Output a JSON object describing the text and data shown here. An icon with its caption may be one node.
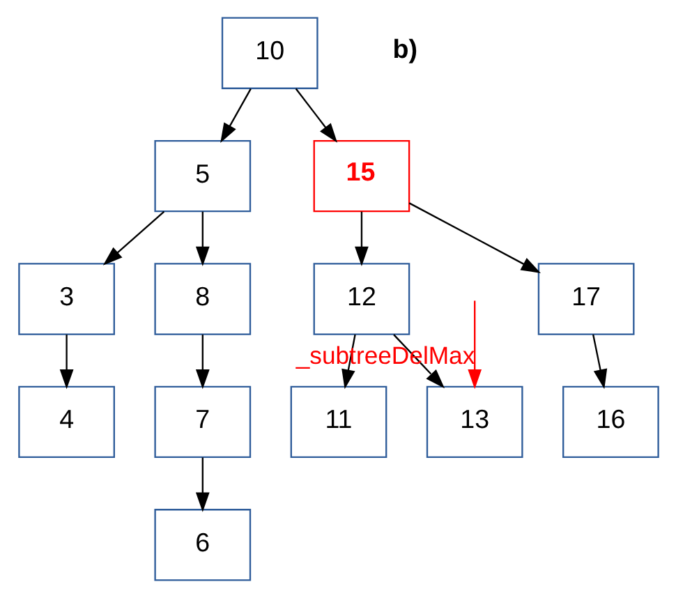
{
  "diagram": {
    "nodes": [
      {
        "text": [
          "10"
        ]
      },
      {
        "text": [
          "5"
        ]
      },
      {
        "text": [
          "15"
        ]
      },
      {
        "text": [
          "3"
        ]
      },
      {
        "text": [
          "8"
        ]
      },
      {
        "text": [
          "12"
        ]
      },
      {
        "text": [
          "17"
        ]
      },
      {
        "text": [
          "4"
        ]
      },
      {
        "text": [
          "7"
        ]
      },
      {
        "text": [
          "11"
        ]
      },
      {
        "text": [
          "13"
        ]
      },
      {
        "text": [
          "16"
        ]
      },
      {
        "text": [
          "6"
        ]
      }
    ],
    "edges": [
      {
        "from": 0,
        "to": 1,
        "arrow": "to"
      },
      {
        "from": 0,
        "to": 2,
        "arrow": "to"
      },
      {
        "from": 1,
        "to": 3,
        "arrow": "to"
      },
      {
        "from": 1,
        "to": 4,
        "arrow": "to"
      },
      {
        "from": 2,
        "to": 5,
        "arrow": "to"
      },
      {
        "from": 2,
        "to": 6,
        "arrow": "to"
      },
      {
        "from": 3,
        "to": 7,
        "arrow": "to"
      },
      {
        "from": 4,
        "to": 8,
        "arrow": "to"
      },
      {
        "from": 5,
        "to": 9,
        "arrow": "to"
      },
      {
        "from": 5,
        "to": 10,
        "arrow": "to"
      },
      {
        "from": 6,
        "to": 11,
        "arrow": "to"
      },
      {
        "from": 8,
        "to": 12,
        "arrow": "to"
      },
      {
        "from": null,
        "to": 10,
        "arrow": "to",
        "label": "_subtreeDelMax",
        "color": "#ff0000"
      }
    ],
    "labels": [
      "b)"
    ]
  }
}
